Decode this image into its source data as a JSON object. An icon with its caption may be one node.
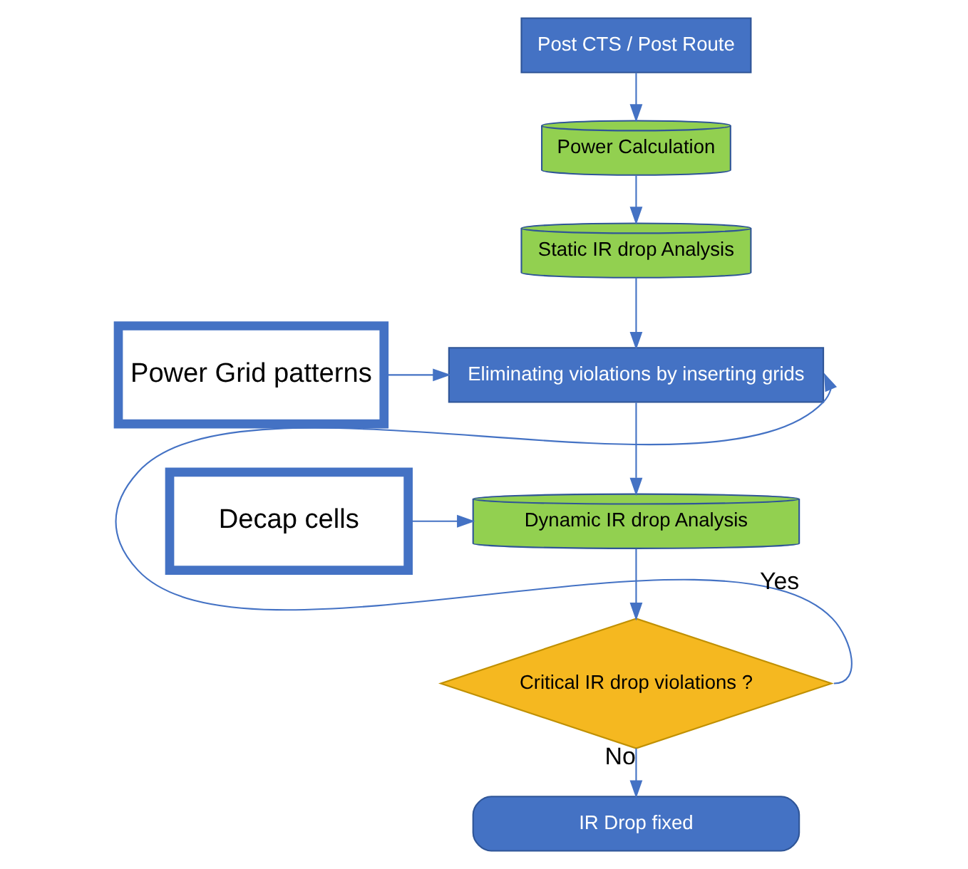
{
  "diagram": {
    "nodes": [
      {
        "text": [
          "Post CTS / Post Route"
        ]
      },
      {
        "text": [
          "Power Calculation"
        ]
      },
      {
        "text": [
          "Static IR drop Analysis"
        ]
      },
      {
        "text": [
          "Power Grid patterns"
        ]
      },
      {
        "text": [
          "Eliminating violations by inserting grids"
        ]
      },
      {
        "text": [
          "Decap cells"
        ]
      },
      {
        "text": [
          "Dynamic IR drop Analysis"
        ]
      },
      {
        "text": [
          "Critical IR drop violations ?"
        ]
      },
      {
        "text": [
          "IR Drop fixed"
        ]
      }
    ],
    "edges": [
      {
        "from": 0,
        "to": 1,
        "arrow": "to"
      },
      {
        "from": 1,
        "to": 2,
        "arrow": "to"
      },
      {
        "from": 2,
        "to": 4,
        "arrow": "to"
      },
      {
        "from": 3,
        "to": 4,
        "arrow": "to"
      },
      {
        "from": 4,
        "to": 6,
        "arrow": "to"
      },
      {
        "from": 5,
        "to": 6,
        "arrow": "to"
      },
      {
        "from": 6,
        "to": 7,
        "arrow": "to"
      },
      {
        "from": 7,
        "to": 4,
        "label": "Yes",
        "arrow": "to"
      },
      {
        "from": 7,
        "to": 8,
        "label": "No",
        "arrow": "to"
      }
    ]
  }
}
